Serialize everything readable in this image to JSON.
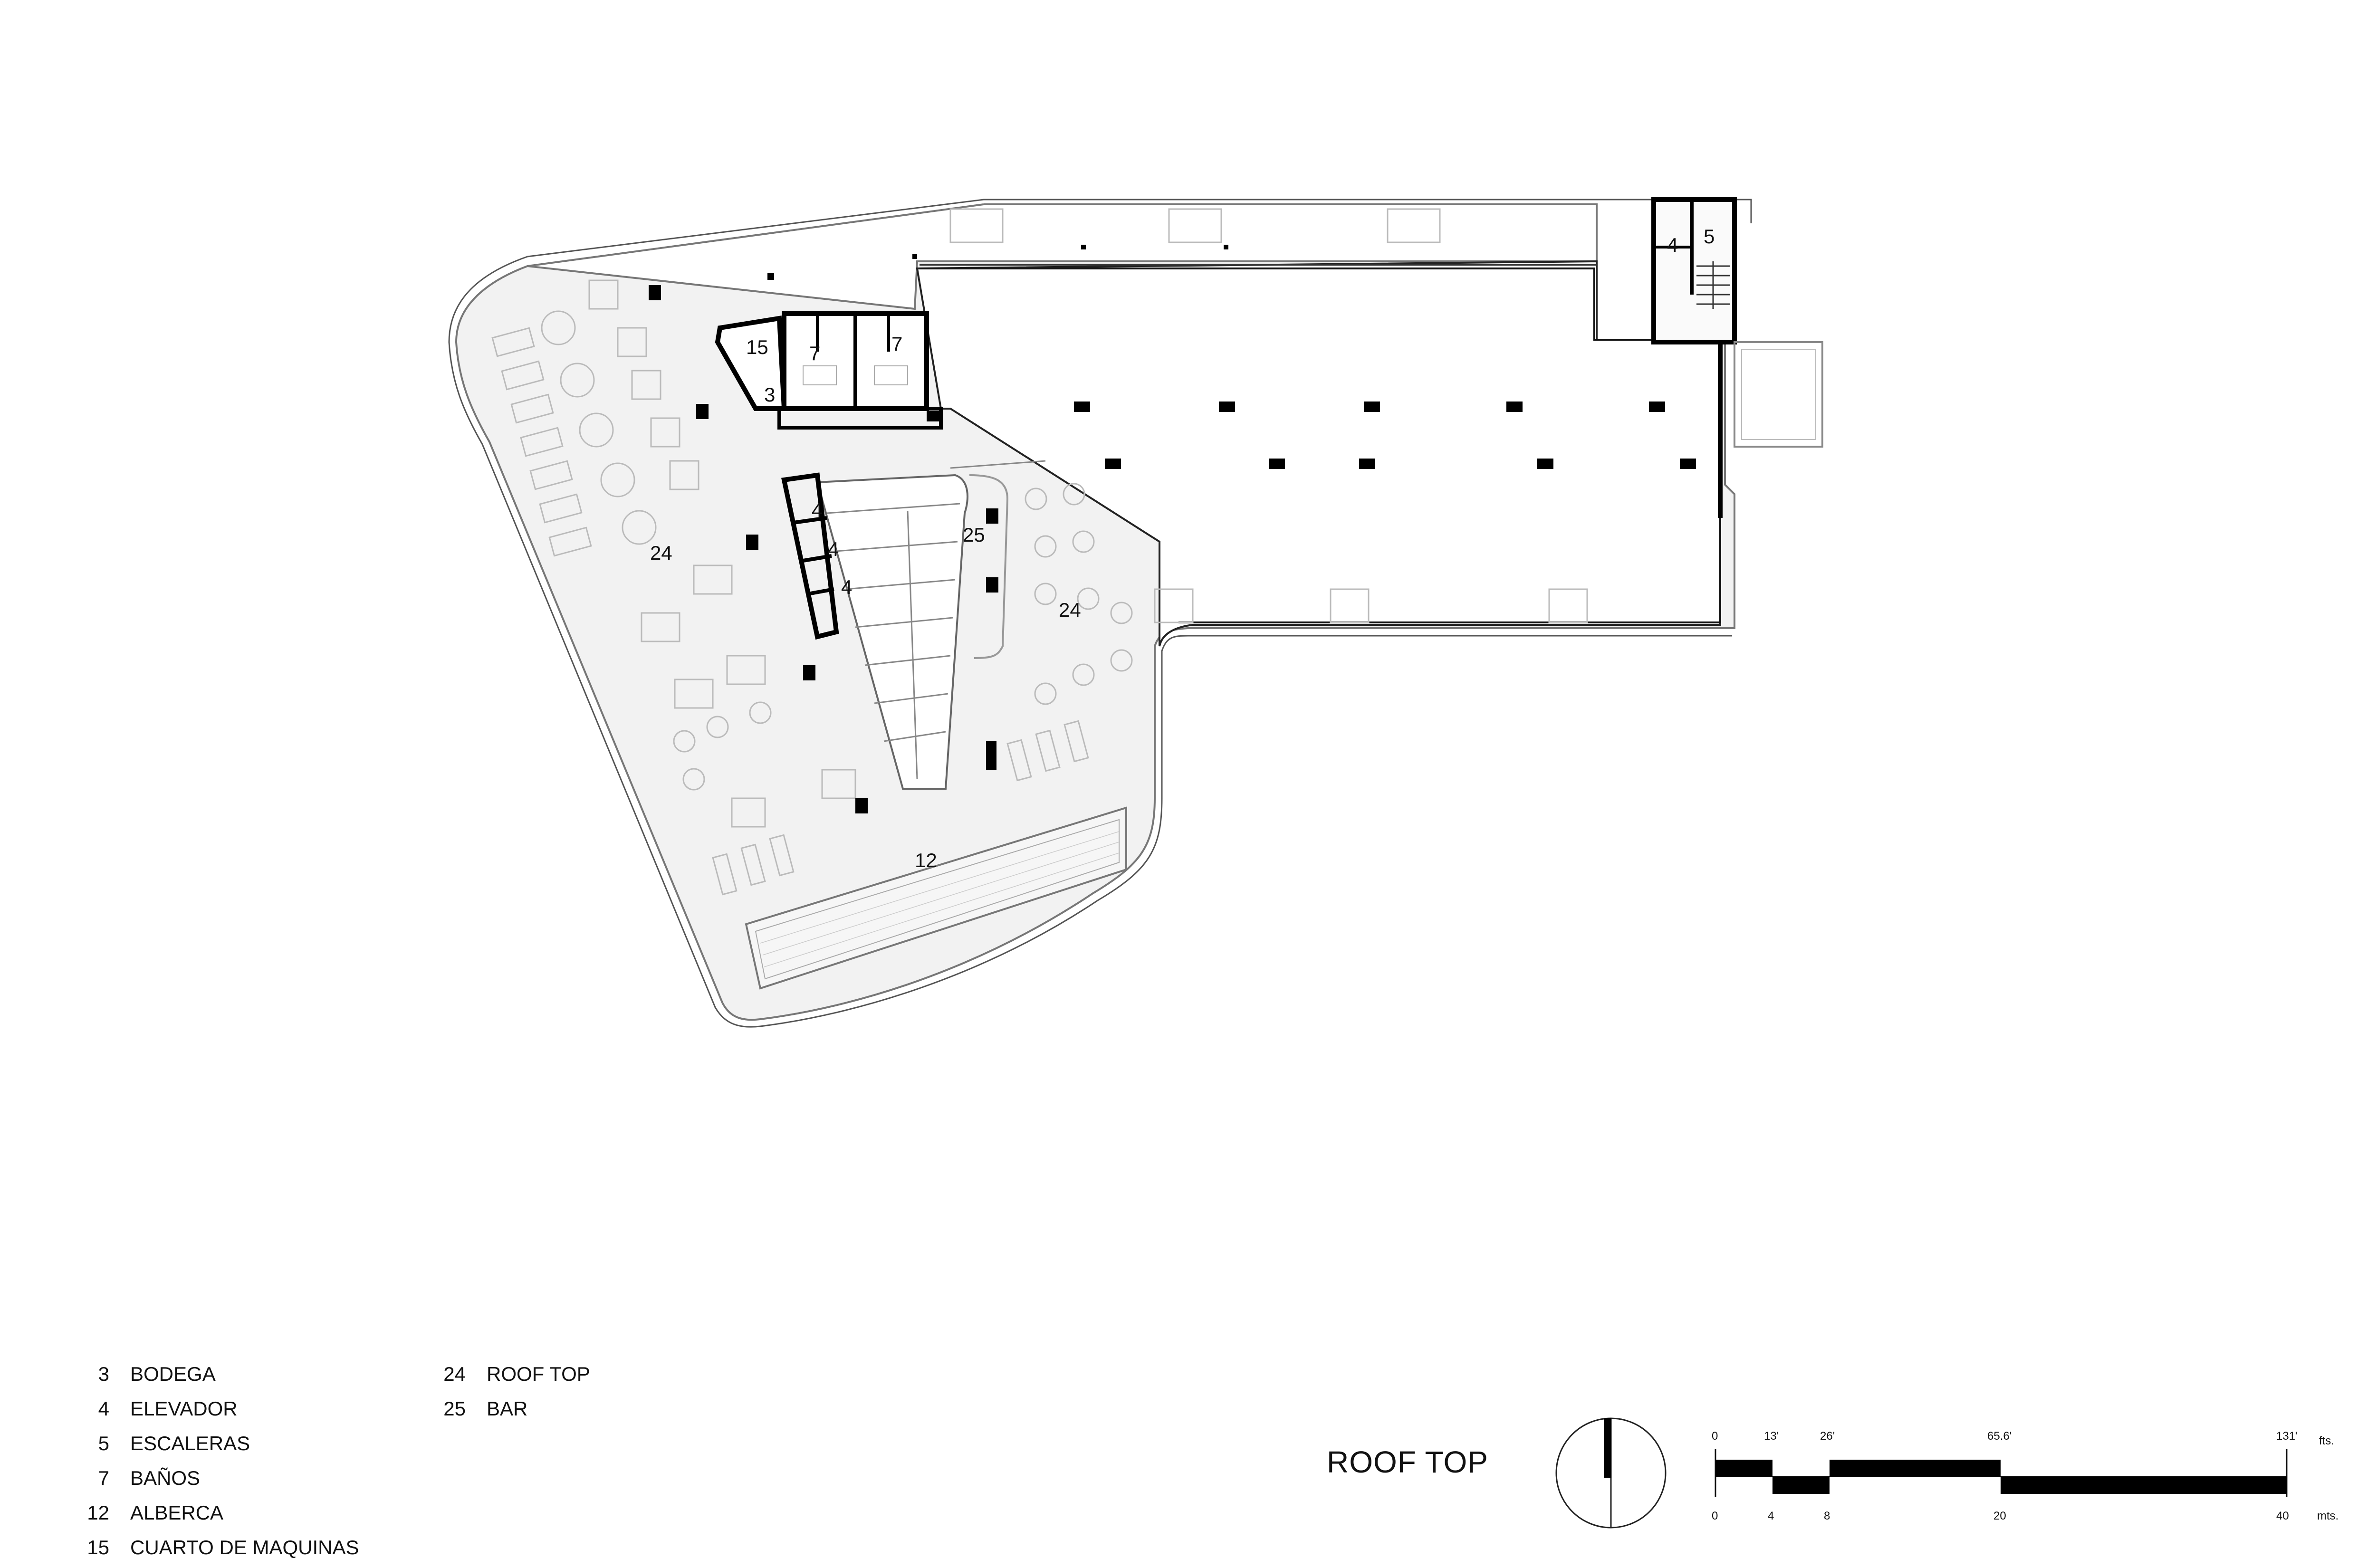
{
  "sheet_title": "ROOF TOP",
  "legend": [
    {
      "num": "3",
      "label": "BODEGA"
    },
    {
      "num": "4",
      "label": "ELEVADOR"
    },
    {
      "num": "5",
      "label": "ESCALERAS"
    },
    {
      "num": "7",
      "label": "BAÑOS"
    },
    {
      "num": "12",
      "label": "ALBERCA"
    },
    {
      "num": "15",
      "label": "CUARTO DE MAQUINAS"
    },
    {
      "num": "24",
      "label": "ROOF TOP"
    },
    {
      "num": "25",
      "label": "BAR"
    }
  ],
  "room_labels": {
    "bodega": "3",
    "elevador_a": "4",
    "elevador_b": "4",
    "elevador_c": "4",
    "elevador_d": "4",
    "escaleras": "5",
    "banos_a": "7",
    "banos_b": "7",
    "alberca": "12",
    "cuarto_maquinas": "15",
    "roof_top_a": "24",
    "roof_top_b": "24",
    "bar": "25"
  },
  "scale_bar": {
    "feet_unit": "fts.",
    "meter_unit": "mts.",
    "feet_ticks": [
      "0",
      "13'",
      "26'",
      "65.6'",
      "131'"
    ],
    "meter_ticks": [
      "0",
      "4",
      "8",
      "20",
      "40"
    ]
  }
}
